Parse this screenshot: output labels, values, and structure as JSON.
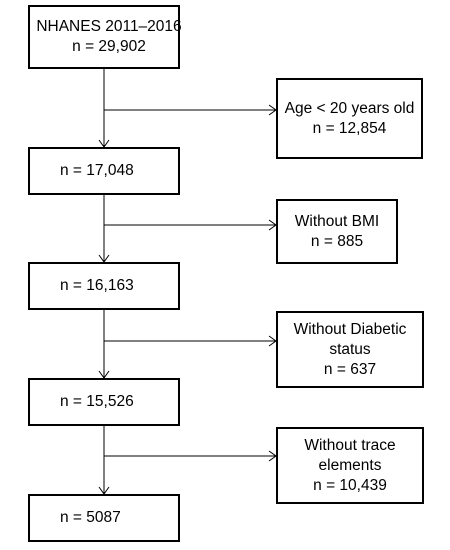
{
  "flowchart": {
    "main_steps": [
      {
        "lines": [
          "NHANES 2011–2016",
          "n = 29,902"
        ]
      },
      {
        "lines": [
          "n = 17,048"
        ]
      },
      {
        "lines": [
          "n = 16,163"
        ]
      },
      {
        "lines": [
          "n = 15,526"
        ]
      },
      {
        "lines": [
          "n = 5087"
        ]
      }
    ],
    "exclusions": [
      {
        "lines": [
          "Age < 20 years old",
          "n = 12,854"
        ]
      },
      {
        "lines": [
          "Without BMI",
          "n = 885"
        ]
      },
      {
        "lines": [
          "Without Diabetic",
          "status",
          "n = 637"
        ]
      },
      {
        "lines": [
          "Without trace",
          "elements",
          "n = 10,439"
        ]
      }
    ]
  },
  "colors": {
    "line": "#000000",
    "box_border": "#000000",
    "background": "#ffffff"
  }
}
